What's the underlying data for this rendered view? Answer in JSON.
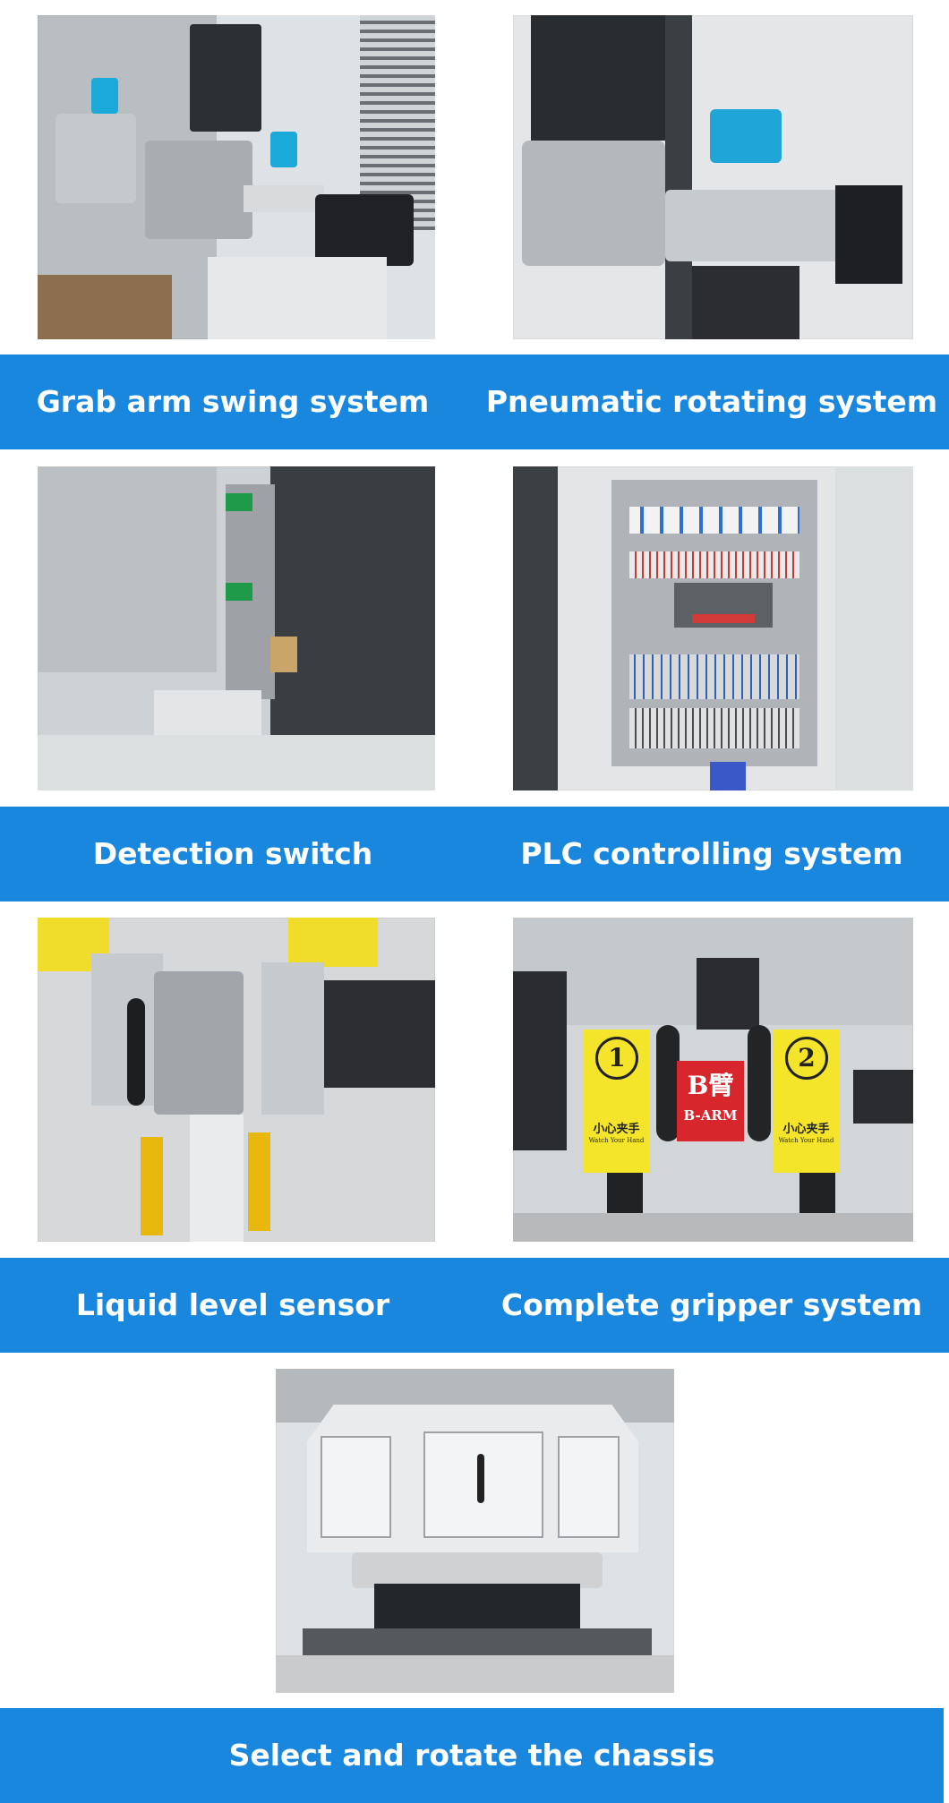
{
  "captions": {
    "grab_arm": "Grab arm swing system",
    "pneumatic": "Pneumatic rotating system",
    "detection": "Detection switch",
    "plc": "PLC controlling system",
    "liquid": "Liquid level sensor",
    "gripper": "Complete gripper system",
    "chassis": "Select and rotate the chassis"
  },
  "gripper_photo_text": {
    "label_1": "1",
    "label_2": "2",
    "b_arm_cn": "B臂",
    "b_arm_en": "B-ARM",
    "warn_cn_1": "小心夹手",
    "warn_en_1": "Watch Your Hand",
    "warn_cn_2": "小心夹手",
    "warn_en_2": "Watch Your Hand"
  },
  "colors": {
    "band_blue": "#1a87df",
    "caption_text": "#ffffff",
    "sign_yellow": "#f5e52a",
    "sign_red": "#d7262c"
  }
}
